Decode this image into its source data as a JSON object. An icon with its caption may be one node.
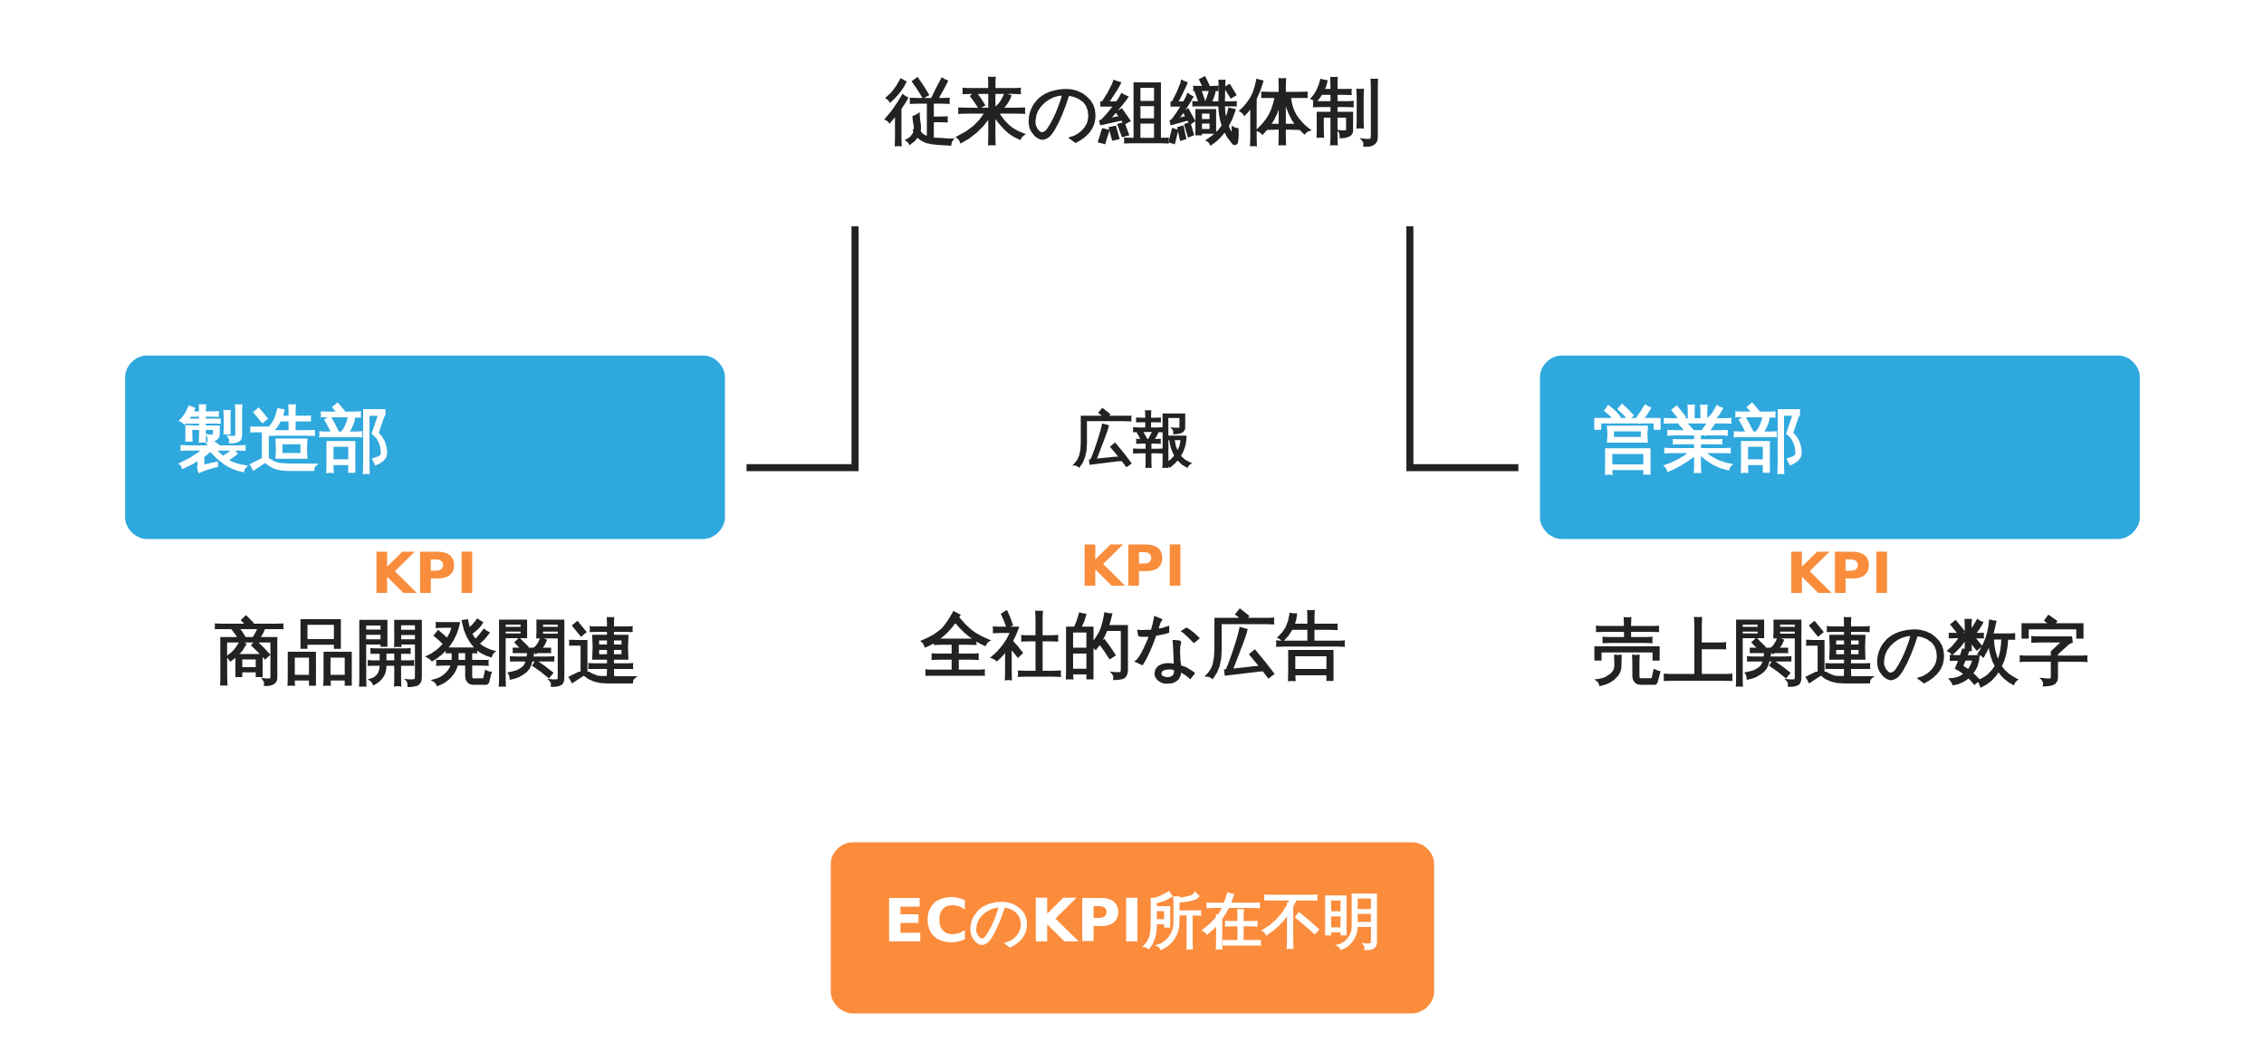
{
  "diagram": {
    "nodes": [
      {
        "text": [
          "従来の組織体制"
        ]
      },
      {
        "text": [
          "製造部"
        ],
        "beside": [
          "KPI",
          "商品開発関連"
        ]
      },
      {
        "text": [
          "広報"
        ],
        "beside": [
          "KPI",
          "全社的な広告"
        ]
      },
      {
        "text": [
          "営業部"
        ],
        "beside": [
          "KPI",
          "売上関連の数字"
        ]
      },
      {
        "text": [
          "ECのKPI所在不明"
        ]
      }
    ],
    "edges": [
      {
        "from": 0,
        "to": 1,
        "arrow": "none"
      },
      {
        "from": 0,
        "to": 3,
        "arrow": "none"
      }
    ]
  }
}
